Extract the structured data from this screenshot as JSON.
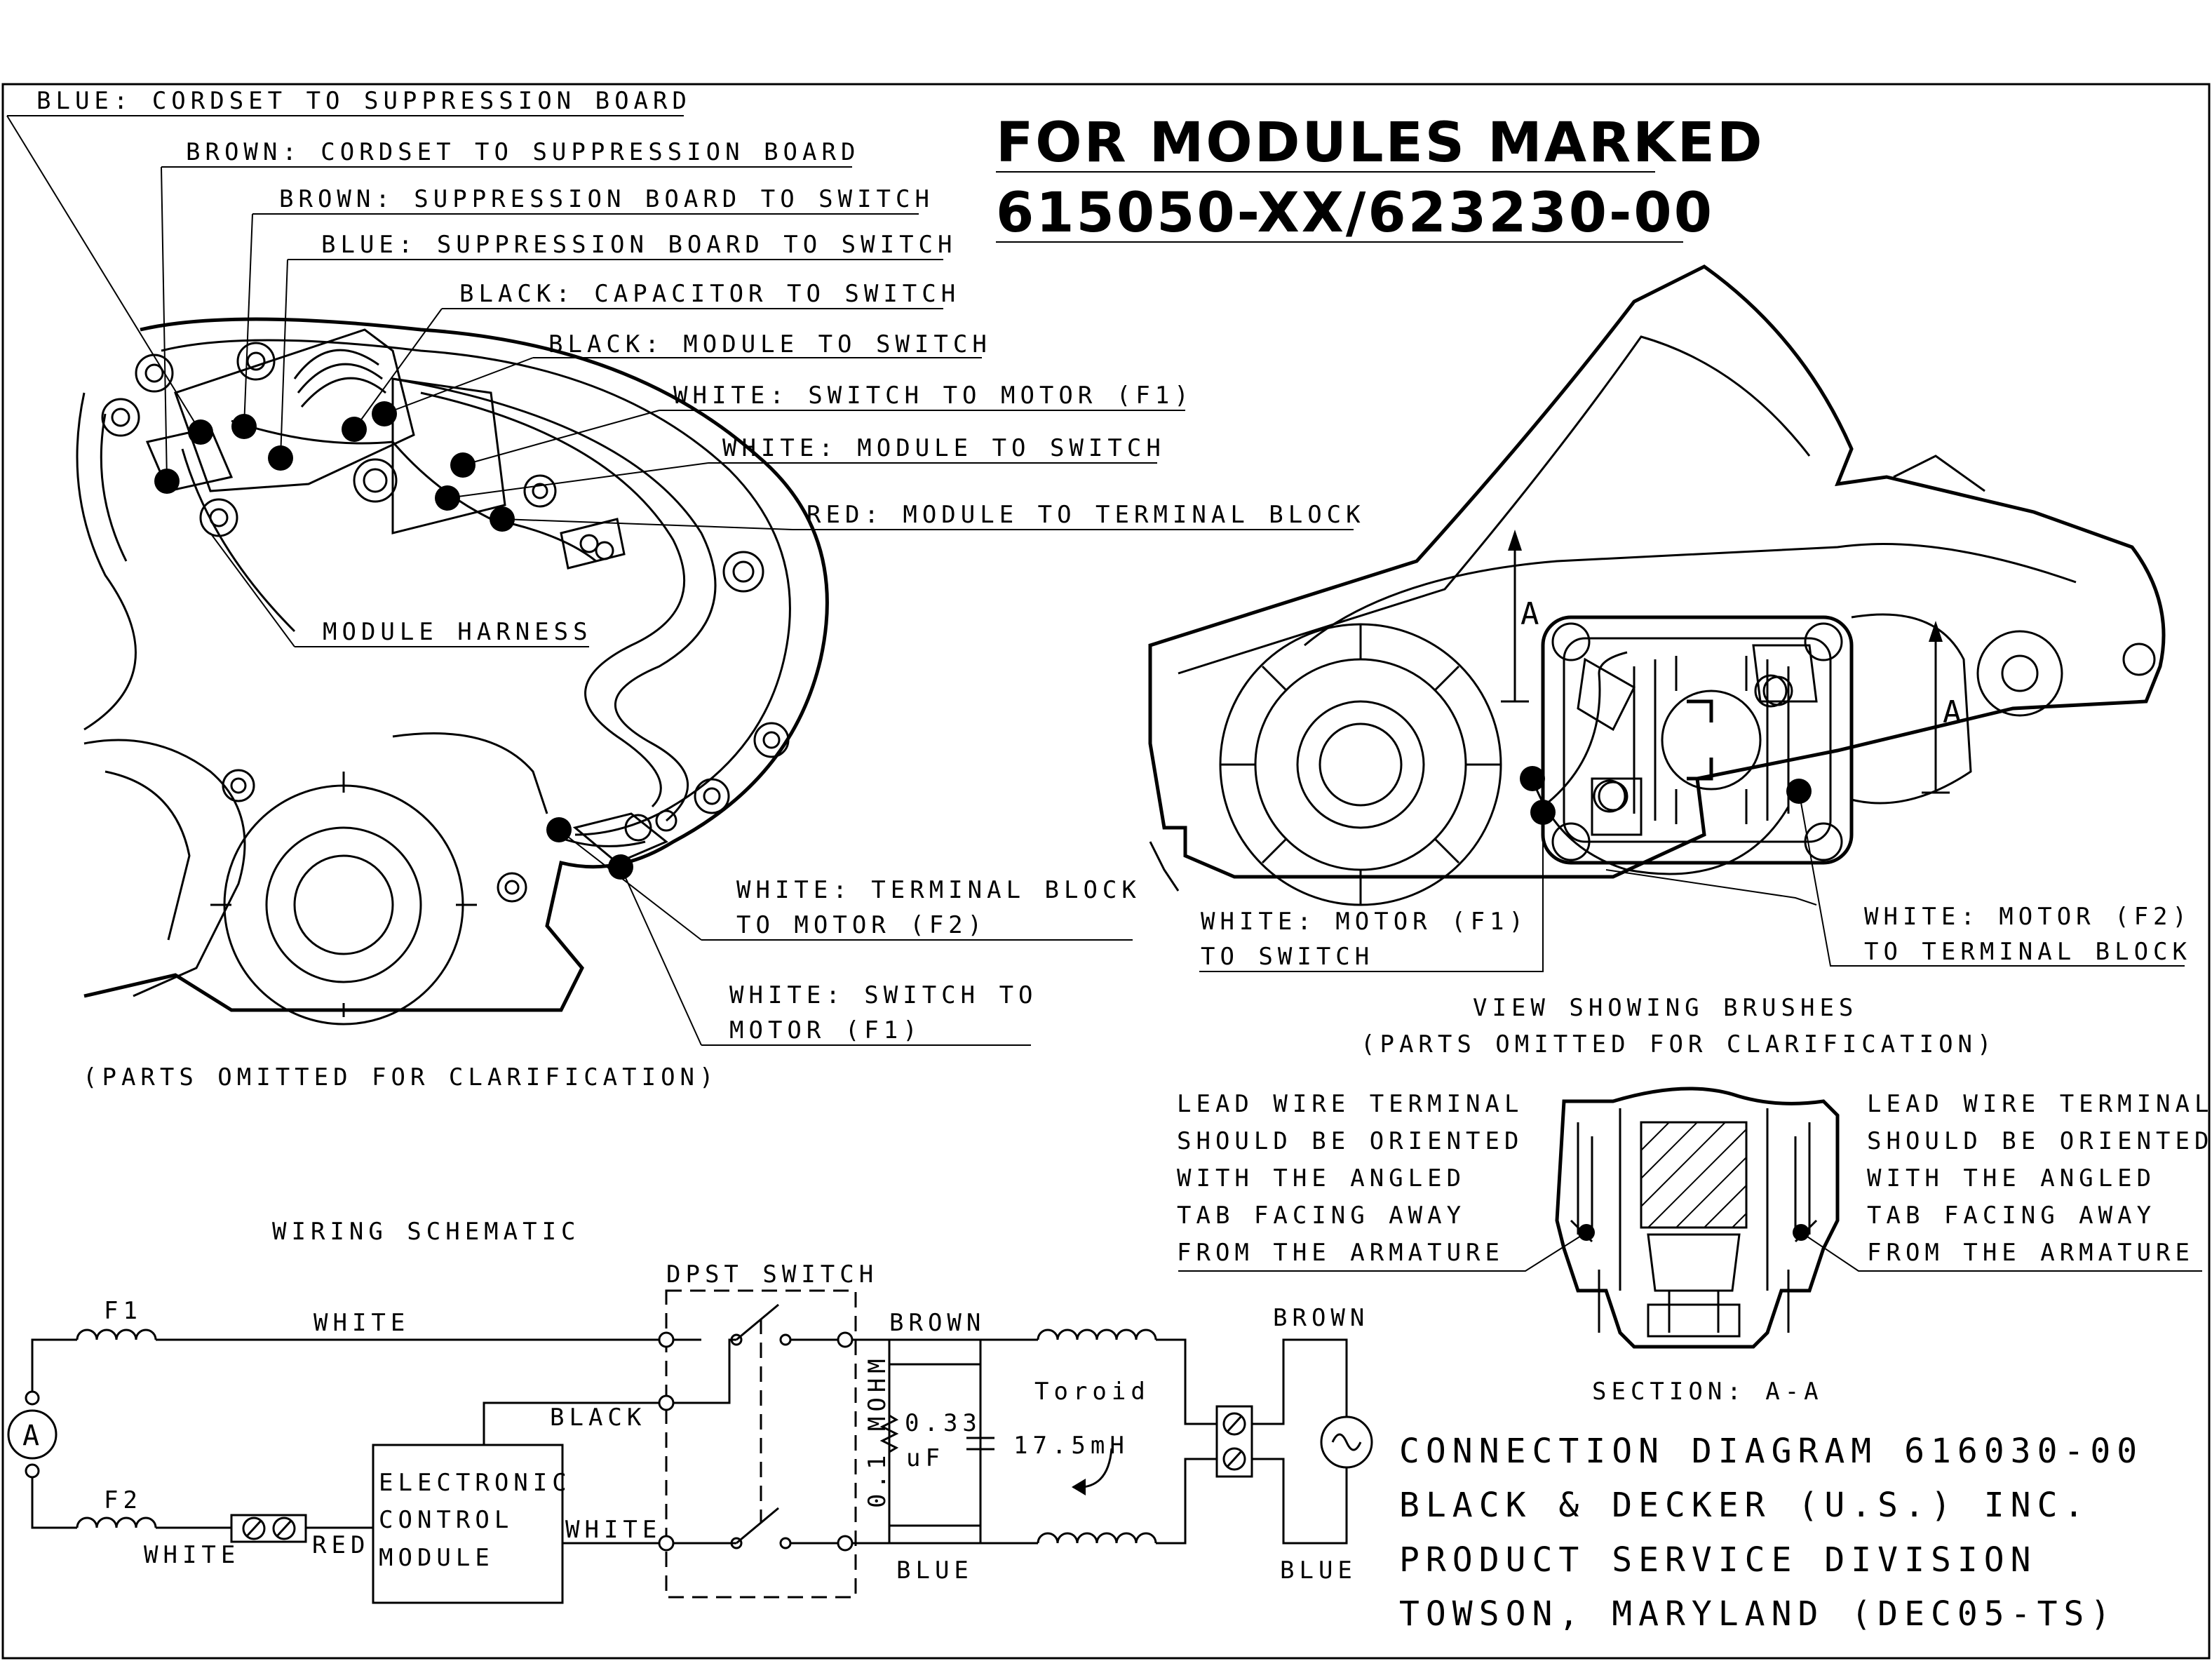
{
  "title": {
    "line1": "FOR MODULES MARKED",
    "line2": "615050-XX/623230-00"
  },
  "left_view": {
    "callouts": [
      "BLUE: CORDSET TO SUPPRESSION BOARD",
      "BROWN: CORDSET TO SUPPRESSION BOARD",
      "BROWN: SUPPRESSION BOARD TO SWITCH",
      "BLUE: SUPPRESSION BOARD TO SWITCH",
      "BLACK: CAPACITOR TO SWITCH",
      "BLACK: MODULE TO SWITCH",
      "WHITE: SWITCH TO MOTOR (F1)",
      "WHITE: MODULE TO SWITCH",
      "RED: MODULE TO TERMINAL BLOCK",
      "MODULE HARNESS"
    ],
    "lower_callouts": [
      [
        "WHITE: TERMINAL BLOCK",
        "TO MOTOR (F2)"
      ],
      [
        "WHITE: SWITCH TO",
        "MOTOR (F1)"
      ]
    ],
    "note": "(PARTS OMITTED FOR CLARIFICATION)"
  },
  "right_view": {
    "section_marker": "A",
    "callout_left": [
      "WHITE: MOTOR (F1)",
      "TO SWITCH"
    ],
    "callout_right": [
      "WHITE: MOTOR (F2)",
      "TO TERMINAL BLOCK"
    ],
    "caption": "VIEW SHOWING BRUSHES",
    "note": "(PARTS OMITTED FOR CLARIFICATION)"
  },
  "section": {
    "note_left": [
      "LEAD WIRE TERMINAL",
      "SHOULD BE ORIENTED",
      "WITH THE ANGLED",
      "TAB FACING AWAY",
      "FROM THE ARMATURE"
    ],
    "note_right": [
      "LEAD WIRE TERMINAL",
      "SHOULD BE ORIENTED",
      "WITH THE ANGLED",
      "TAB FACING AWAY",
      "FROM THE ARMATURE"
    ],
    "caption": "SECTION: A-A"
  },
  "schematic": {
    "title": "WIRING SCHEMATIC",
    "f1": "F1",
    "f2": "F2",
    "armature": "A",
    "wire_white_top": "WHITE",
    "wire_white_bottom": "WHITE",
    "wire_red": "RED",
    "wire_black": "BLACK",
    "wire_white_module": "WHITE",
    "module": [
      "ELECTRONIC",
      "CONTROL",
      "MODULE"
    ],
    "switch": "DPST SWITCH",
    "brown_top": "BROWN",
    "blue_bottom": "BLUE",
    "resistor": "0.1 MOHM",
    "cap_value": "0.33",
    "cap_unit": "uF",
    "toroid_name": "Toroid",
    "toroid_value": "17.5mH",
    "brown_supply": "BROWN",
    "blue_supply": "BLUE"
  },
  "footer": {
    "line1": "CONNECTION DIAGRAM 616030-00",
    "line2": "BLACK & DECKER (U.S.) INC.",
    "line3": "PRODUCT SERVICE DIVISION",
    "line4": "TOWSON, MARYLAND (DEC05-TS)"
  }
}
